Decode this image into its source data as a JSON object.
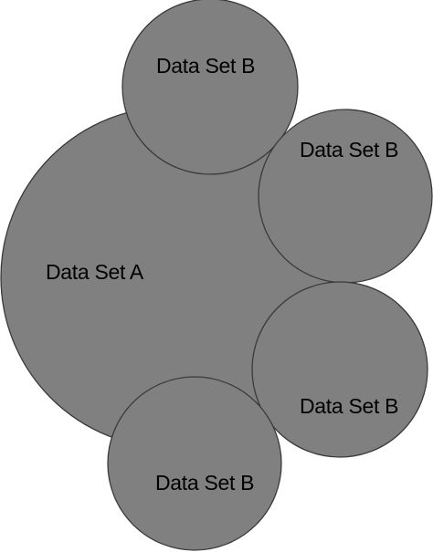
{
  "diagram": {
    "type": "venn",
    "fill_color": "#808080",
    "stroke_color": "#3a3a3a",
    "label_color": "#000000",
    "sets": [
      {
        "id": "set-a",
        "label": "Data Set A"
      },
      {
        "id": "set-b-top",
        "label": "Data Set B"
      },
      {
        "id": "set-b-upper-right",
        "label": "Data Set B"
      },
      {
        "id": "set-b-lower-right",
        "label": "Data Set B"
      },
      {
        "id": "set-b-bottom",
        "label": "Data Set B"
      }
    ]
  }
}
